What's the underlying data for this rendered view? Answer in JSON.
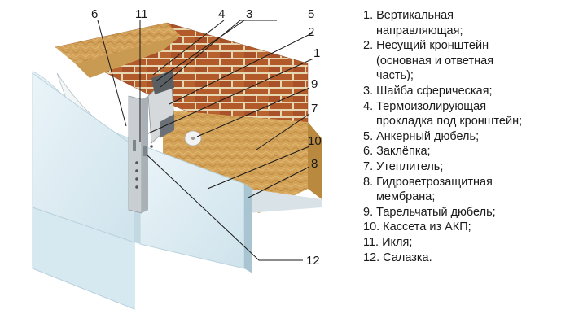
{
  "callouts": {
    "c1": "1",
    "c2": "2",
    "c3": "3",
    "c4": "4",
    "c5": "5",
    "c6": "6",
    "c7": "7",
    "c8": "8",
    "c9": "9",
    "c10": "10",
    "c11": "11",
    "c12": "12"
  },
  "legend": [
    "1. Вертикальная",
    "направляющая;",
    "2. Несущий кронштейн",
    "(основная и ответная",
    "часть);",
    "3. Шайба сферическая;",
    "4. Термоизолирующая",
    "прокладка под кронштейн;",
    "5. Анкерный дюбель;",
    "6. Заклёпка;",
    "7. Утеплитель;",
    "8. Гидроветрозащитная",
    "мембрана;",
    "9. Тарельчатый дюбель;",
    "10. Кассета из АКП;",
    "11. Икля;",
    "12. Салазка."
  ],
  "colors": {
    "brick": "#b25a2a",
    "mortar": "#e6d6b2",
    "insulation": "#d3a35a",
    "membrane": "#eef4f7",
    "panel": "#dcecf3",
    "panel_edge": "#b9d2de",
    "metal": "#c9ced3"
  }
}
